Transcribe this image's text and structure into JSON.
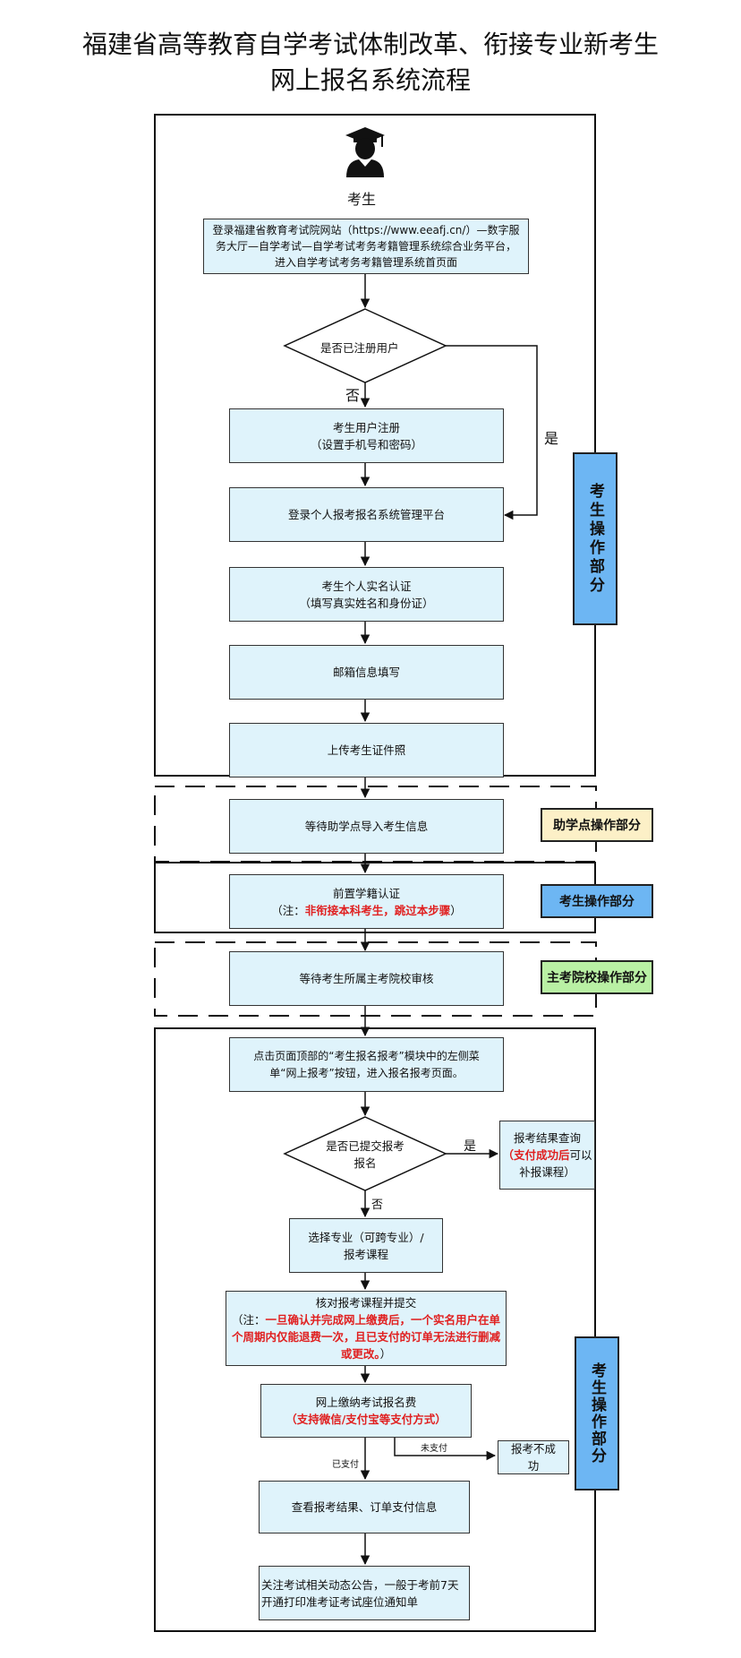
{
  "title": {
    "line1": "福建省高等教育自学考试体制改革、衔接专业新考生",
    "line2": "网上报名系统流程"
  },
  "actor": {
    "icon": "student-graduate-icon",
    "label": "考生"
  },
  "steps": {
    "login_site": {
      "line1": "登录福建省教育考试院网站（https://www.eeafj.cn/）—数字服",
      "line2": "务大厅—自学考试—自学考试考务考籍管理系统综合业务平台，",
      "line3": "进入自学考试考务考籍管理系统首页面"
    },
    "registered_q": "是否已注册用户",
    "register": {
      "line1": "考生用户注册",
      "line2": "（设置手机号和密码）"
    },
    "login_platform": "登录个人报考报名系统管理平台",
    "realname": {
      "line1": "考生个人实名认证",
      "line2": "（填写真实姓名和身份证）"
    },
    "email": "邮箱信息填写",
    "upload_photo": "上传考生证件照",
    "wait_import": "等待助学点导入考生信息",
    "prereq": {
      "line1": "前置学籍认证",
      "note_prefix": "（注：",
      "note_red": "非衔接本科考生，跳过本步骤",
      "note_suffix": "）"
    },
    "wait_review": "等待考生所属主考院校审核",
    "click_menu": {
      "line1": "点击页面顶部的“考生报名报考”模块中的左侧菜",
      "line2": "单“网上报考”按钮，进入报名报考页面。"
    },
    "submitted_q": {
      "line1": "是否已提交报考",
      "line2": "报名"
    },
    "result_query": {
      "line1": "报考结果查询",
      "red": "（支付成功后",
      "rest": "可以",
      "line3": "补报课程）"
    },
    "select_major": {
      "line1": "选择专业（可跨专业）/",
      "line2": "报考课程"
    },
    "verify_submit": {
      "line1": "核对报考课程并提交",
      "prefix": "（注：",
      "red1": "一旦确认并完成网上缴费后，一个实名用户在单",
      "red2": "个周期内仅能退费一次，",
      "mid": "且已支付的订单无法进行删减",
      "line4": "或更改。",
      "suffix": "）"
    },
    "pay": {
      "line1": "网上缴纳考试报名费",
      "red": "（支持微信/支付宝等支付方式）"
    },
    "fail": "报考不成功",
    "view_result": "查看报考结果、订单支付信息",
    "notice": {
      "line1": "关注考试相关动态公告，一般于考前7天",
      "line2": "开通打印准考证考试座位通知单"
    }
  },
  "edge_labels": {
    "no1": "否",
    "yes1": "是",
    "yes2": "是",
    "no2": "否",
    "paid": "已支付",
    "unpaid": "未支付"
  },
  "sections": {
    "student_op_1": "考生操作部分",
    "helper_op": "助学点操作部分",
    "student_op_2": "考生操作部分",
    "school_op": "主考院校操作部分",
    "student_op_3": "考生操作部分"
  },
  "colors": {
    "box_fill": "#dff3fb",
    "student_section": "#6db6f3",
    "helper_section": "#fcf0c7",
    "school_section": "#b9f0a4",
    "note_red": "#e02020"
  }
}
